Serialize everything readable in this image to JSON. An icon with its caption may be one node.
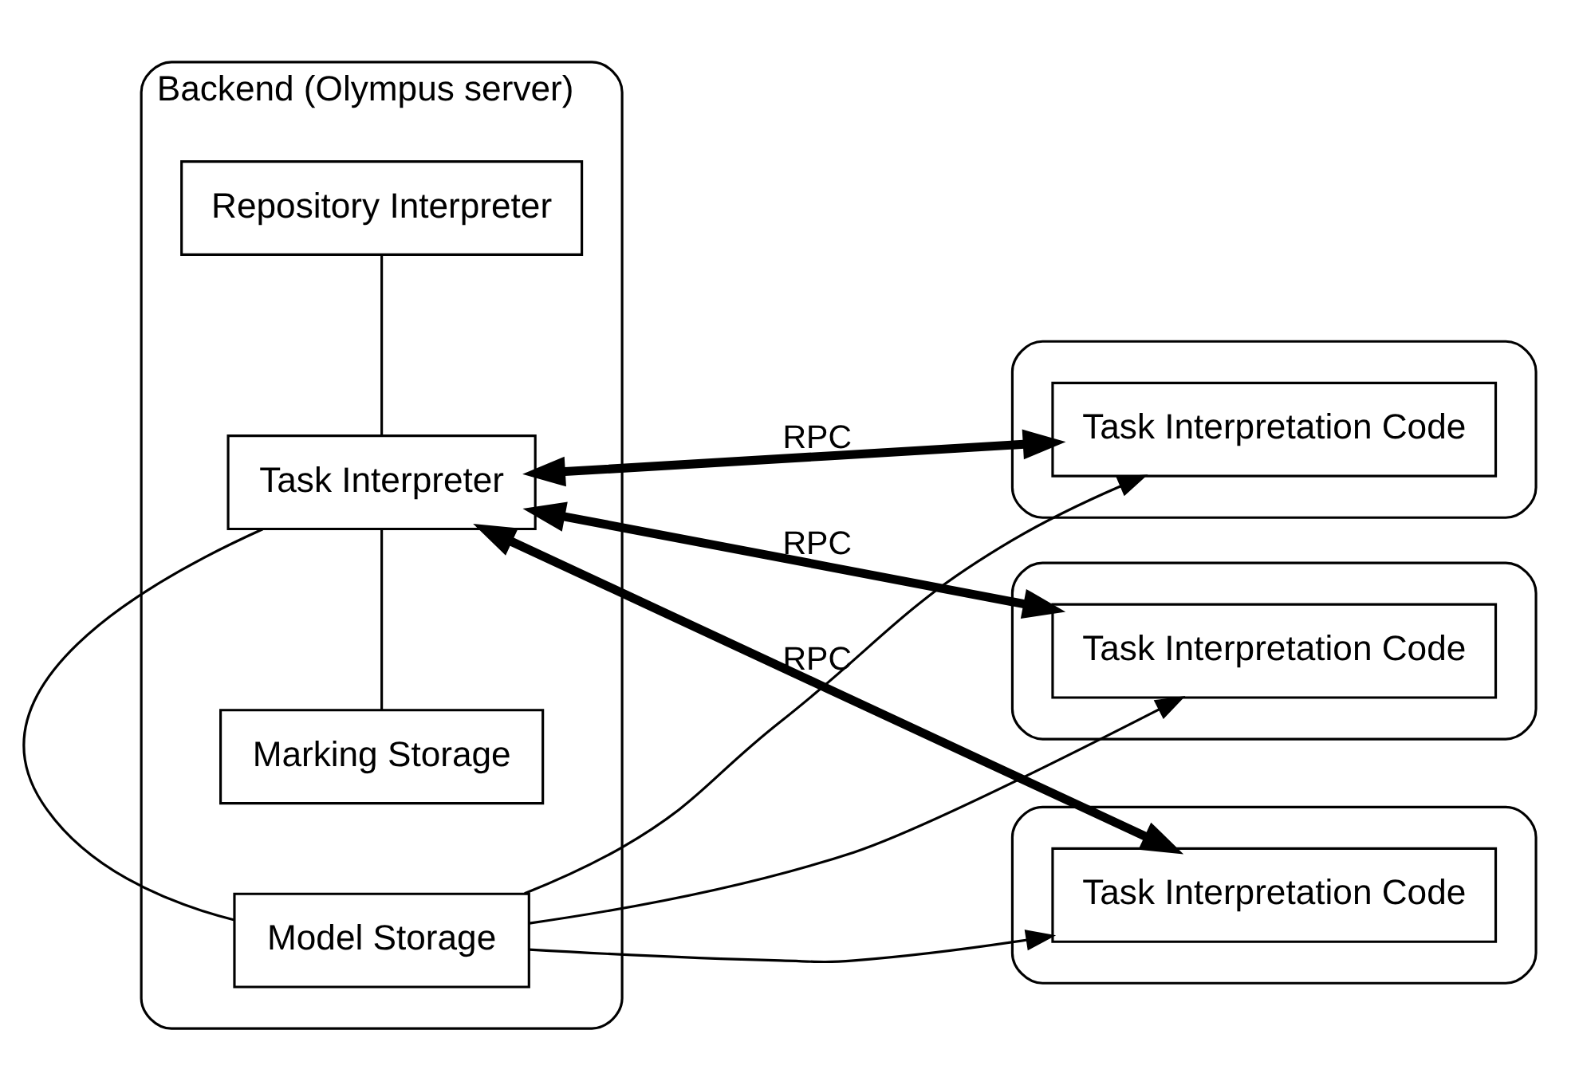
{
  "diagram": {
    "nodes": [
      {
        "text": [
          "Backend (Olympus server)"
        ]
      },
      {
        "text": [
          "Repository Interpreter"
        ],
        "in": 0
      },
      {
        "text": [
          "Task Interpreter"
        ],
        "in": 0
      },
      {
        "text": [
          "Marking Storage"
        ],
        "in": 0
      },
      {
        "text": [
          "Model Storage"
        ],
        "in": 0
      },
      {
        "text": [],
        "shape": "box"
      },
      {
        "text": [
          "Task Interpretation Code"
        ],
        "in": 5
      },
      {
        "text": [],
        "shape": "box"
      },
      {
        "text": [
          "Task Interpretation Code"
        ],
        "in": 7
      },
      {
        "text": [],
        "shape": "box"
      },
      {
        "text": [
          "Task Interpretation Code"
        ],
        "in": 9
      }
    ],
    "edges": [
      {
        "from": 1,
        "to": 2,
        "arrow": "none"
      },
      {
        "from": 2,
        "to": 3,
        "arrow": "none"
      },
      {
        "from": 2,
        "to": 4,
        "arrow": "none"
      },
      {
        "from": 2,
        "to": 6,
        "arrow": "both",
        "style": "thick",
        "label": "RPC"
      },
      {
        "from": 2,
        "to": 8,
        "arrow": "both",
        "style": "thick",
        "label": "RPC"
      },
      {
        "from": 2,
        "to": 10,
        "arrow": "both",
        "style": "thick",
        "label": "RPC"
      },
      {
        "from": 4,
        "to": 6,
        "arrow": "to"
      },
      {
        "from": 4,
        "to": 8,
        "arrow": "to"
      },
      {
        "from": 4,
        "to": 10,
        "arrow": "to"
      }
    ]
  }
}
